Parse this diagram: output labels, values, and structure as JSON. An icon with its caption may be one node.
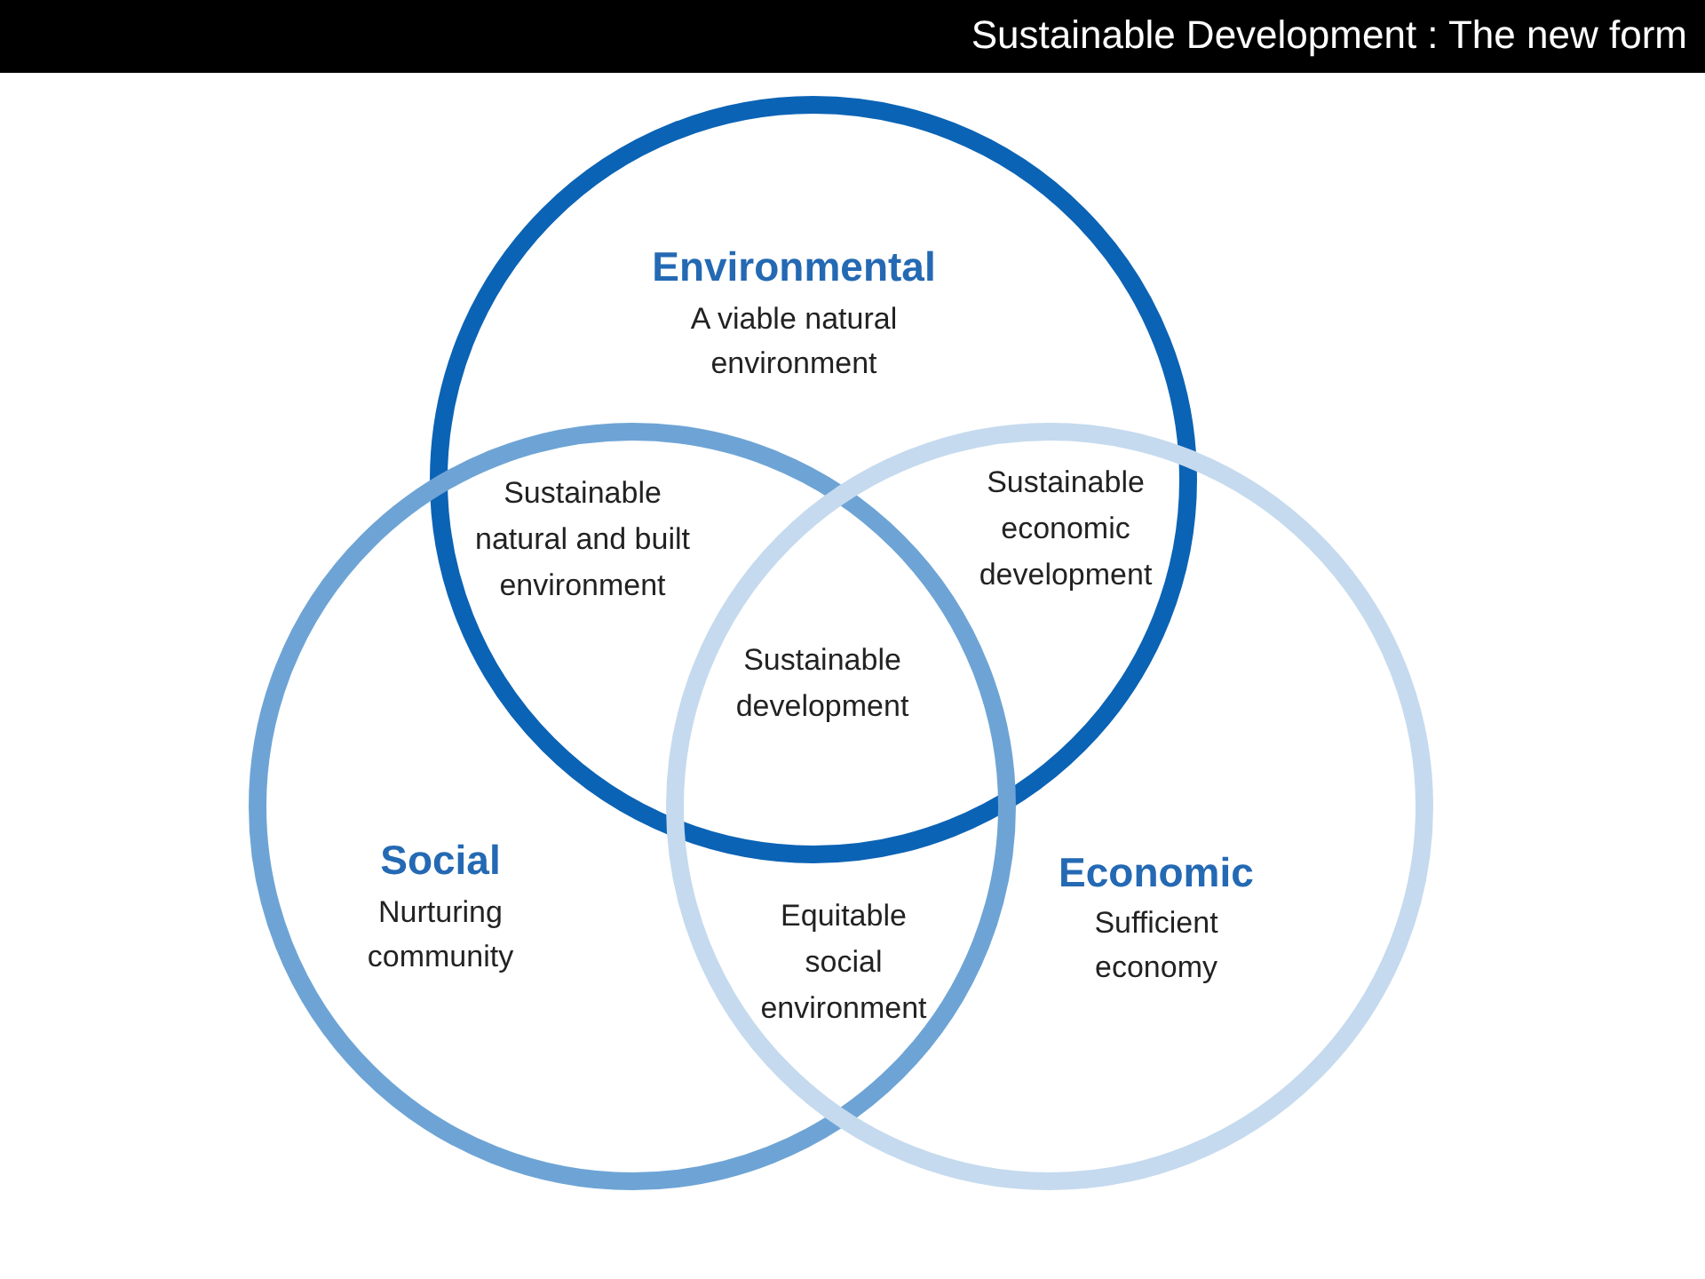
{
  "diagram": {
    "title": "Sustainable Development : The new form",
    "nodes": [
      {
        "text": [
          "Environmental",
          "A viable natural environment"
        ]
      },
      {
        "text": [
          "Social",
          "Nurturing community"
        ]
      },
      {
        "text": [
          "Economic",
          "Sufficient economy"
        ]
      }
    ],
    "labels": [
      "Sustainable natural and built environment",
      "Sustainable economic development",
      "Sustainable development",
      "Equitable social environment"
    ]
  }
}
